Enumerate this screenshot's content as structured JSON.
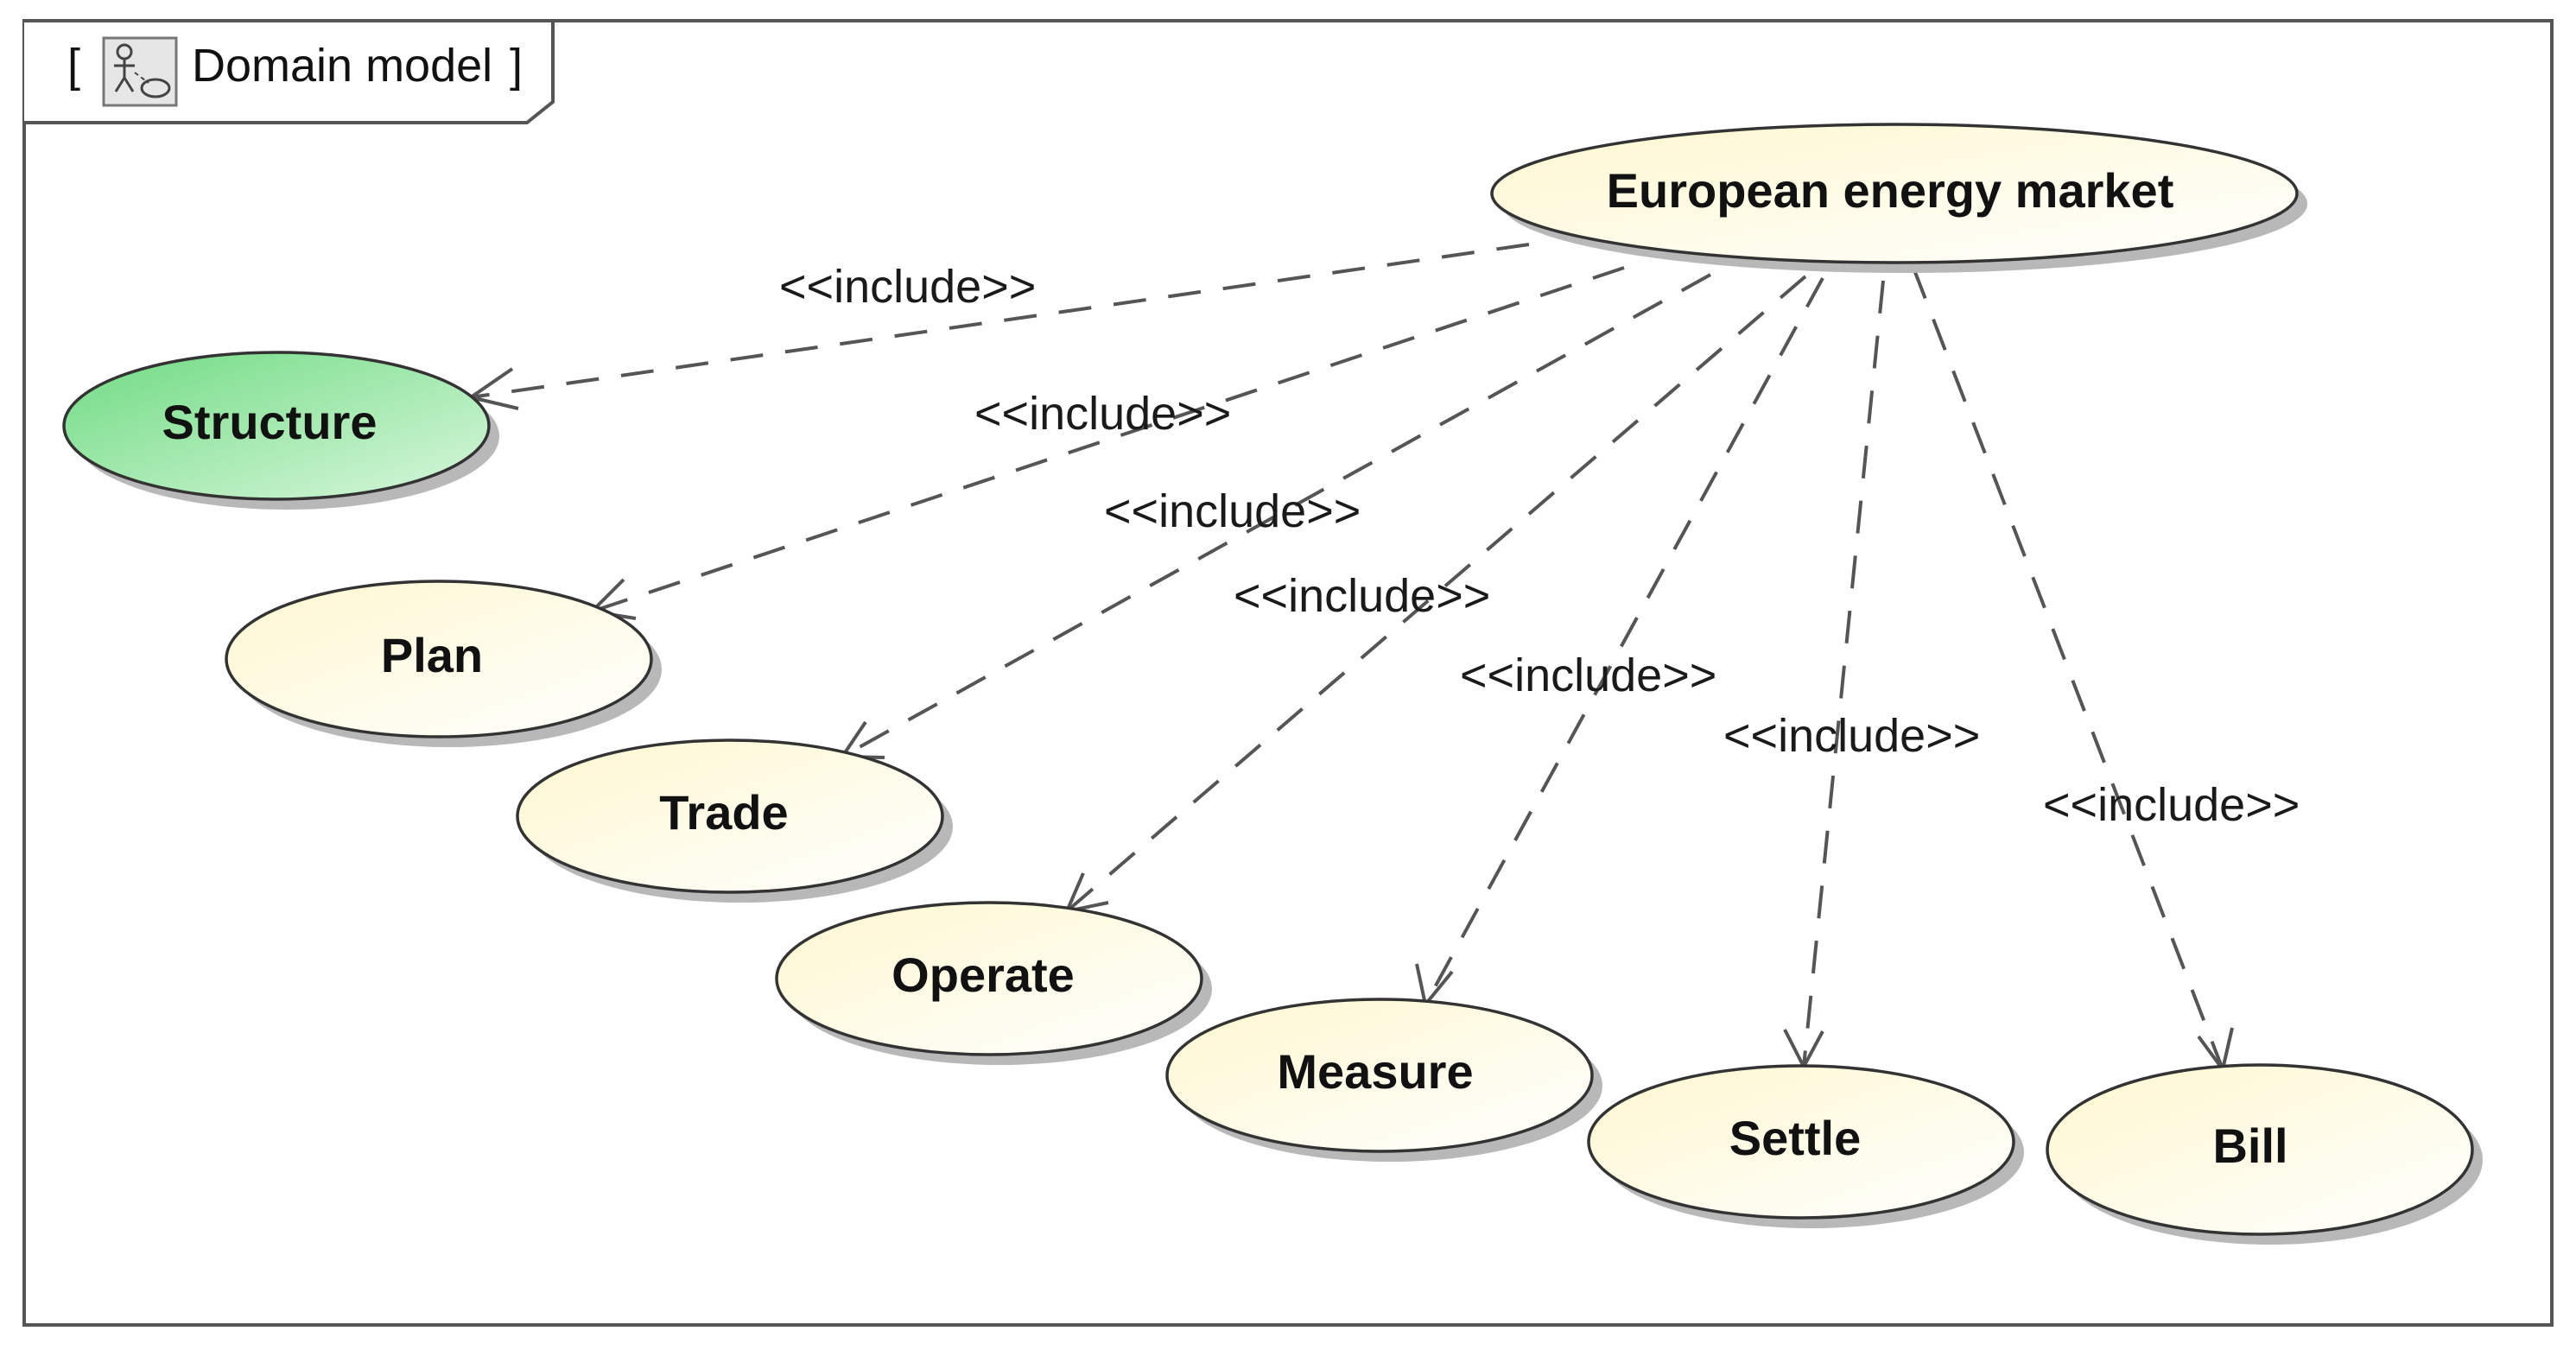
{
  "frame": {
    "title": "Domain model",
    "bracket_open": "[",
    "bracket_close": "]",
    "icon": "use-case-diagram-icon"
  },
  "colors": {
    "use_case_fill": "#fdfbd8",
    "highlighted_fill": "#8ee39a",
    "line": "#555555"
  },
  "use_cases": {
    "root": {
      "label": "European energy market"
    },
    "structure": {
      "label": "Structure",
      "highlighted": true
    },
    "plan": {
      "label": "Plan"
    },
    "trade": {
      "label": "Trade"
    },
    "operate": {
      "label": "Operate"
    },
    "measure": {
      "label": "Measure"
    },
    "settle": {
      "label": "Settle"
    },
    "bill": {
      "label": "Bill"
    }
  },
  "relations": [
    {
      "from": "root",
      "to": "structure",
      "stereotype": "<<include>>"
    },
    {
      "from": "root",
      "to": "plan",
      "stereotype": "<<include>>"
    },
    {
      "from": "root",
      "to": "trade",
      "stereotype": "<<include>>"
    },
    {
      "from": "root",
      "to": "operate",
      "stereotype": "<<include>>"
    },
    {
      "from": "root",
      "to": "measure",
      "stereotype": "<<include>>"
    },
    {
      "from": "root",
      "to": "settle",
      "stereotype": "<<include>>"
    },
    {
      "from": "root",
      "to": "bill",
      "stereotype": "<<include>>"
    }
  ]
}
